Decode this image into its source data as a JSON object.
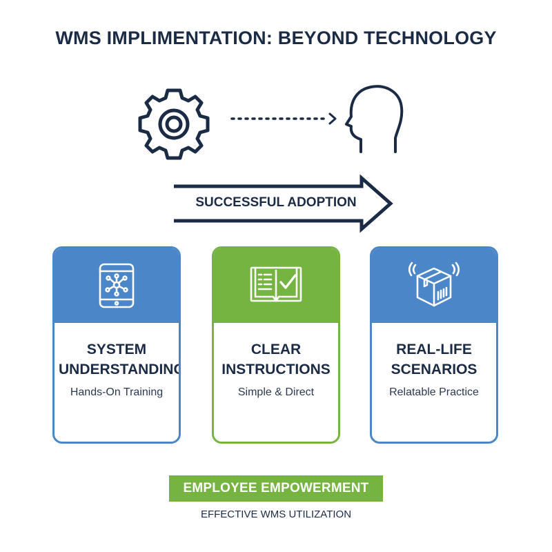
{
  "title": "WMS IMPLIMENTATION: BEYOND TECHNOLOGY",
  "flow": {
    "from_icon": "gear-icon",
    "to_icon": "human-head-icon",
    "arrow_label": "SUCCESSFUL ADOPTION"
  },
  "cards": [
    {
      "icon": "tablet-network-icon",
      "title_lines": [
        "SYSTEM",
        "UNDERSTANDING"
      ],
      "subtitle": "Hands-On Training",
      "accent": "#4a86c8"
    },
    {
      "icon": "book-checkmark-icon",
      "title_lines": [
        "CLEAR",
        "INSTRUCTIONS"
      ],
      "subtitle": "Simple & Direct",
      "accent": "#76b442"
    },
    {
      "icon": "package-box-icon",
      "title_lines": [
        "REAL-LIFE",
        "SCENARIOS"
      ],
      "subtitle": "Relatable Practice",
      "accent": "#4a86c8"
    }
  ],
  "footer": {
    "badge": "EMPLOYEE EMPOWERMENT",
    "subtitle": "EFFECTIVE WMS UTILIZATION",
    "badge_color": "#76b442"
  },
  "colors": {
    "navy": "#1c2b45",
    "blue": "#4a86c8",
    "green": "#76b442"
  }
}
